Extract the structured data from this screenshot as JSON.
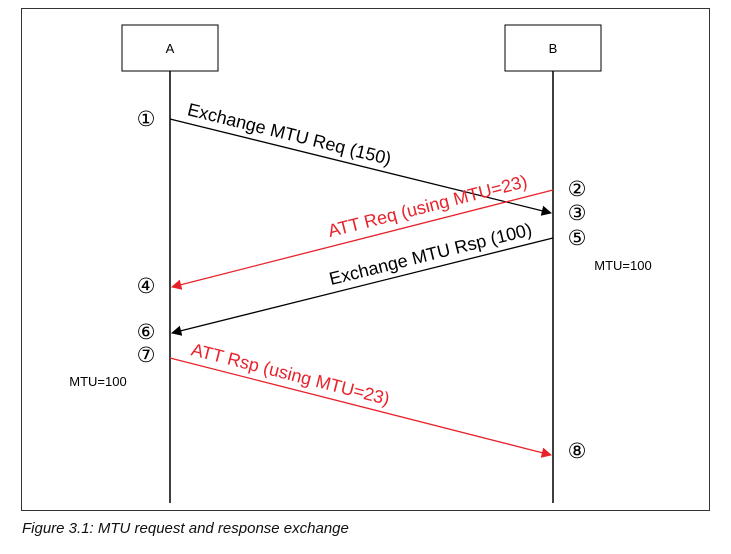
{
  "diagram": {
    "participants": [
      {
        "id": "A",
        "label": "A"
      },
      {
        "id": "B",
        "label": "B"
      }
    ],
    "messages": [
      {
        "id": "m1",
        "label": "Exchange MTU Req (150)",
        "from": "A",
        "to": "B",
        "color": "#000000"
      },
      {
        "id": "m2",
        "label": "ATT Req (using MTU=23)",
        "from": "B",
        "to": "A",
        "color": "#e8222b"
      },
      {
        "id": "m3",
        "label": "Exchange MTU Rsp (100)",
        "from": "B",
        "to": "A",
        "color": "#000000"
      },
      {
        "id": "m4",
        "label": "ATT Rsp (using MTU=23)",
        "from": "A",
        "to": "B",
        "color": "#e8222b"
      }
    ],
    "steps": [
      "①",
      "②",
      "③",
      "④",
      "⑤",
      "⑥",
      "⑦",
      "⑧"
    ],
    "notes": {
      "b_mtu": "MTU=100",
      "a_mtu": "MTU=100"
    }
  },
  "caption": "Figure 3.1:  MTU request and response exchange"
}
